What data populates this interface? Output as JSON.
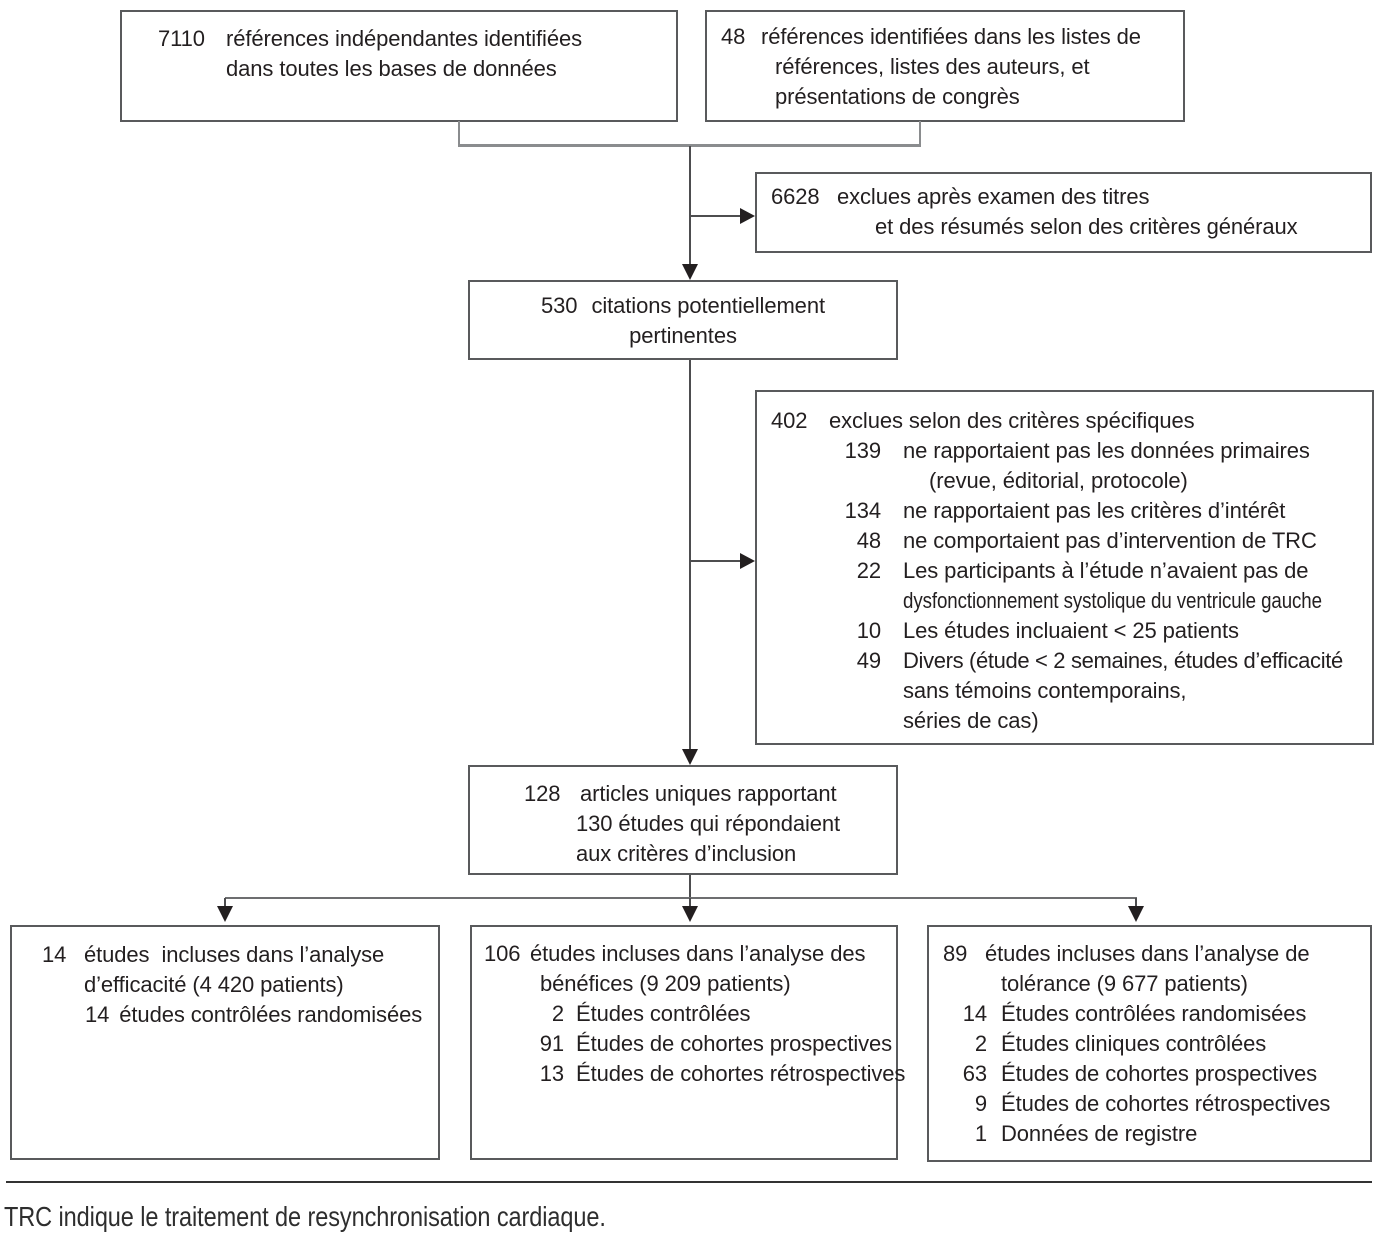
{
  "diagram": {
    "identified_databases": {
      "count": "7110",
      "line1": "références indépendantes identifiées",
      "line2": "dans toutes les bases de données"
    },
    "identified_other_sources": {
      "count": "48",
      "line1": "références identifiées dans les listes de",
      "line2": "références, listes des auteurs, et",
      "line3": "présentations de congrès"
    },
    "excluded_general": {
      "count": "6628",
      "line1": "exclues après examen des titres",
      "line2": "et des résumés selon des critères généraux"
    },
    "potentially_relevant": {
      "count": "530",
      "line1": "citations potentiellement",
      "line2": "pertinentes"
    },
    "excluded_specific": {
      "count": "402",
      "title": "exclues selon des critères spécifiques",
      "reasons": [
        {
          "count": "139",
          "line1": "ne rapportaient pas les données primaires",
          "line2": "(revue, éditorial, protocole)"
        },
        {
          "count": "134",
          "line1": "ne rapportaient pas les critères d’intérêt"
        },
        {
          "count": "48",
          "line1": "ne comportaient pas d’intervention de TRC"
        },
        {
          "count": "22",
          "line1": "Les participants à l’étude n’avaient pas de",
          "line2": "dysfonctionnement systolique du ventricule gauche"
        },
        {
          "count": "10",
          "line1": "Les études incluaient < 25 patients"
        },
        {
          "count": "49",
          "line1": "Divers (étude < 2 semaines, études d’efficacité",
          "line2": "sans témoins contemporains,",
          "line3": "séries de cas)"
        }
      ]
    },
    "included_articles": {
      "count": "128",
      "line1": "articles uniques rapportant",
      "line2": "130 études qui répondaient",
      "line3": "aux critères d’inclusion"
    },
    "efficacy_analysis": {
      "count": "14",
      "line1": "études  incluses dans l’analyse",
      "line2": "d’efficacité (4 420 patients)",
      "items": [
        {
          "count": "14",
          "text": "études contrôlées randomisées"
        }
      ]
    },
    "benefits_analysis": {
      "count": "106",
      "line1": "études incluses dans l’analyse des",
      "line2": "bénéfices (9 209 patients)",
      "items": [
        {
          "count": "2",
          "text": "Études contrôlées"
        },
        {
          "count": "91",
          "text": "Études de cohortes prospectives"
        },
        {
          "count": "13",
          "text": "Études de cohortes rétrospectives"
        }
      ]
    },
    "tolerance_analysis": {
      "count": "89",
      "line1": "études incluses dans l’analyse de",
      "line2": "tolérance (9 677 patients)",
      "items": [
        {
          "count": "14",
          "text": "Études contrôlées randomisées"
        },
        {
          "count": "2",
          "text": "Études cliniques contrôlées"
        },
        {
          "count": "63",
          "text": "Études de cohortes prospectives"
        },
        {
          "count": "9",
          "text": "Études de cohortes rétrospectives"
        },
        {
          "count": "1",
          "text": "Données de registre"
        }
      ]
    },
    "footnote": "TRC indique le traitement de resynchronisation cardiaque."
  }
}
